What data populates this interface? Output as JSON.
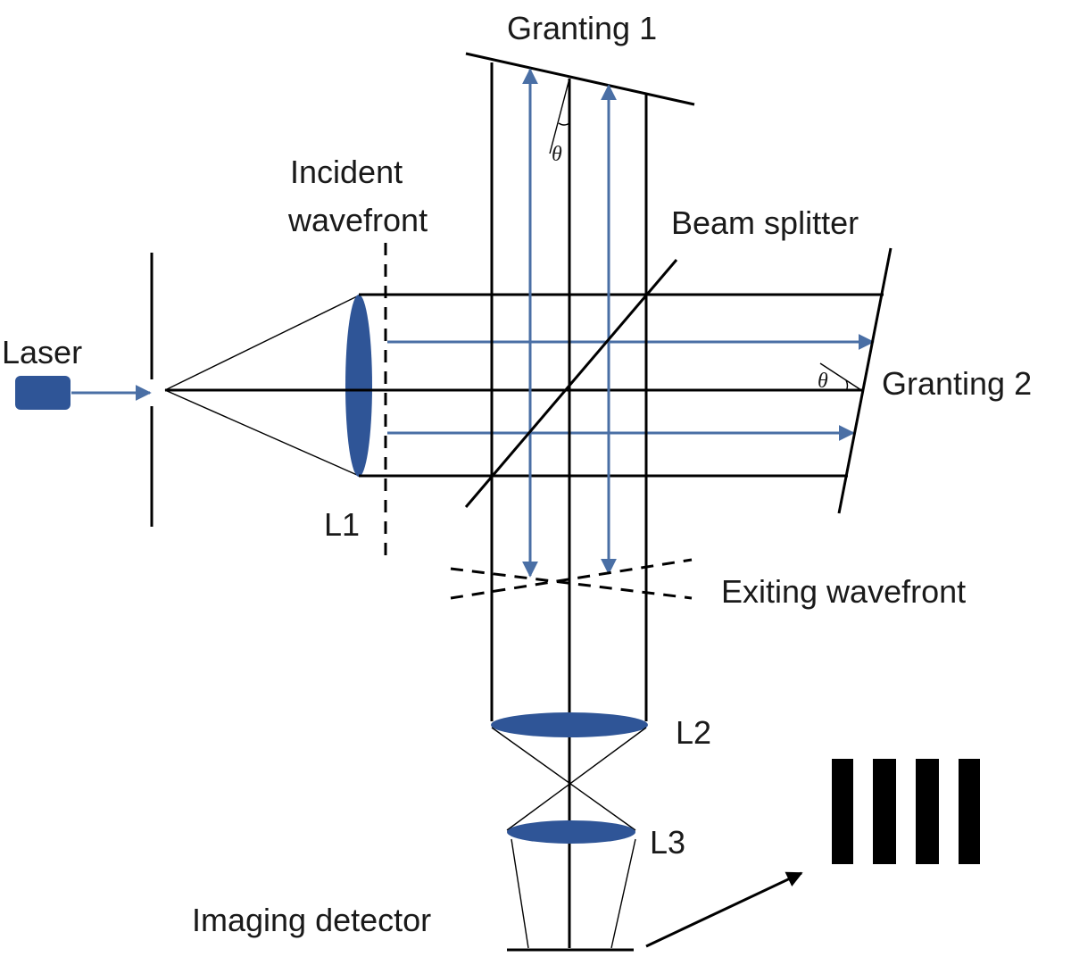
{
  "labels": {
    "grating1": "Granting 1",
    "grating2": "Granting 2",
    "incident_line1": "Incident",
    "incident_line2": "wavefront",
    "beam_splitter": "Beam splitter",
    "laser": "Laser",
    "l1": "L1",
    "l2": "L2",
    "l3": "L3",
    "exiting_wavefront": "Exiting wavefront",
    "imaging_detector": "Imaging detector",
    "theta_top": "θ",
    "theta_right": "θ"
  },
  "colors": {
    "beam": "#4a6fa5",
    "lens": "#2f5597",
    "laser_body": "#2f5597",
    "line": "#000000",
    "fringe_dark": "#000000",
    "fringe_light": "#ffffff"
  }
}
